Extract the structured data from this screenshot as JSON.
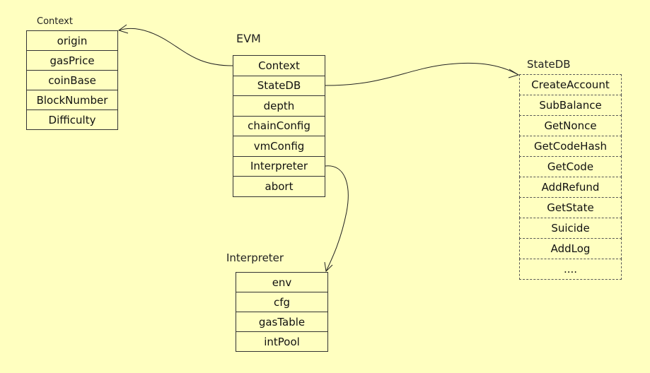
{
  "context": {
    "title": "Context",
    "fields": [
      "origin",
      "gasPrice",
      "coinBase",
      "BlockNumber",
      "Difficulty"
    ]
  },
  "evm": {
    "title": "EVM",
    "fields": [
      "Context",
      "StateDB",
      "depth",
      "chainConfig",
      "vmConfig",
      "Interpreter",
      "abort"
    ]
  },
  "statedb": {
    "title": "StateDB",
    "fields": [
      "CreateAccount",
      "SubBalance",
      "GetNonce",
      "GetCodeHash",
      "GetCode",
      "AddRefund",
      "GetState",
      "Suicide",
      "AddLog",
      "...."
    ]
  },
  "interpreter": {
    "title": "Interpreter",
    "fields": [
      "env",
      "cfg",
      "gasTable",
      "intPool"
    ]
  }
}
